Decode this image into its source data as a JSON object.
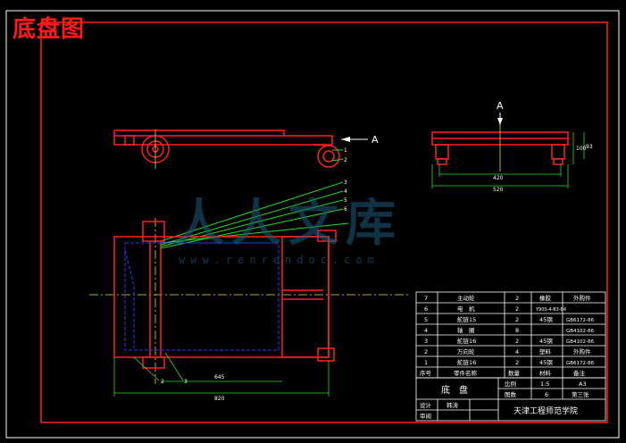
{
  "title": "底盘图",
  "watermark": {
    "text": "人人文库",
    "url": "www.renrendoc.com"
  },
  "colors": {
    "background": "#000000",
    "frame": "#ff2020",
    "red": "#ff2020",
    "blue": "#2a3cff",
    "green": "#20e020",
    "yellow": "#e8e020",
    "white": "#ffffff"
  },
  "views": {
    "side_label": "A",
    "top_label": "A",
    "front_dims": {
      "inner": "420",
      "outer": "520",
      "height1": "100",
      "height2": "93"
    },
    "plan_dims": {
      "inner": "645",
      "outer": "820"
    },
    "balloons": [
      "1",
      "2",
      "3",
      "4",
      "5",
      "6"
    ],
    "plan_balloons": [
      "2",
      "3"
    ]
  },
  "parts_table": {
    "headers": [
      "序号",
      "零件名称",
      "数量",
      "材料",
      "备注"
    ],
    "rows": [
      [
        "7",
        "主动轮",
        "2",
        "橡胶",
        "外购件"
      ],
      [
        "6",
        "电　机",
        "2",
        "",
        "Y90S-4-B3-B4"
      ],
      [
        "5",
        "舵链15",
        "2",
        "45钢",
        "GB6172-86"
      ],
      [
        "4",
        "轴　圈",
        "8",
        "",
        "GB4102-86"
      ],
      [
        "3",
        "舵链16",
        "2",
        "45钢",
        "GB4102-86"
      ],
      [
        "2",
        "万向轮",
        "4",
        "塑料",
        "外购件"
      ],
      [
        "1",
        "舵链16",
        "2",
        "45钢",
        "GB6172-86"
      ]
    ]
  },
  "title_block": {
    "name": "底　盘",
    "ratio_label": "比例",
    "ratio_value": "1:5",
    "sheet_size": "A3",
    "count_label": "图数",
    "count_value": "6",
    "sheet_no": "第三张",
    "designer_label": "设计",
    "designer_name": "韩涛",
    "reviewer_label": "审阅",
    "school": "天津工程师范学院"
  }
}
